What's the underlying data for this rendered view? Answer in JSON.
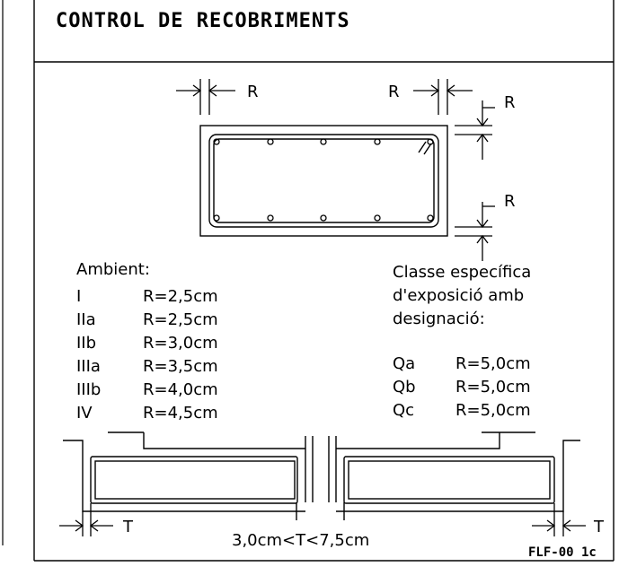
{
  "title": "CONTROL DE RECOBRIMENTS",
  "section": {
    "labels": {
      "r_top_left": "R",
      "r_top_right": "R",
      "r_right_top": "R",
      "r_right_bottom": "R"
    }
  },
  "ambient": {
    "heading": "Ambient:",
    "rows": [
      {
        "cls": "I",
        "value": "R=2,5cm"
      },
      {
        "cls": "IIa",
        "value": "R=2,5cm"
      },
      {
        "cls": "IIb",
        "value": "R=3,0cm"
      },
      {
        "cls": "IIIa",
        "value": "R=3,5cm"
      },
      {
        "cls": "IIIb",
        "value": "R=4,0cm"
      },
      {
        "cls": "IV",
        "value": "R=4,5cm"
      }
    ]
  },
  "exposure": {
    "heading_lines": [
      "Classe específica",
      "d'exposició amb",
      "designació:"
    ],
    "rows": [
      {
        "cls": "Qa",
        "value": "R=5,0cm"
      },
      {
        "cls": "Qb",
        "value": "R=5,0cm"
      },
      {
        "cls": "Qc",
        "value": "R=5,0cm"
      }
    ]
  },
  "footing": {
    "t_left": "T",
    "t_right": "T",
    "range": "3,0cm<T<7,5cm"
  },
  "code": "FLF-00 1c"
}
